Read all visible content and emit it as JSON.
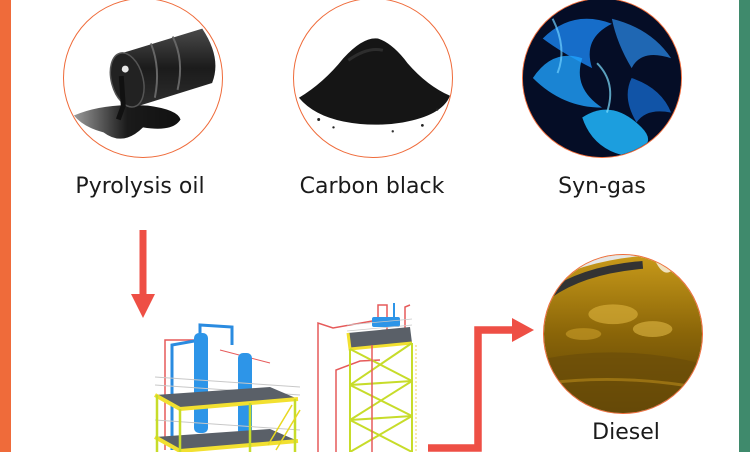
{
  "colors": {
    "left_bar": "#ef6b3a",
    "right_bar": "#3f8a6c",
    "circle_border": "#ef6b3a",
    "arrow": "#ee4f45",
    "text": "#1a1a1a"
  },
  "products": [
    {
      "label": "Pyrolysis oil",
      "icon": "oil-barrel-spill-icon"
    },
    {
      "label": "Carbon black",
      "icon": "carbon-powder-pile-icon"
    },
    {
      "label": "Syn-gas",
      "icon": "blue-flame-icon"
    }
  ],
  "refined_product": {
    "label": "Diesel",
    "icon": "diesel-fuel-icon"
  },
  "process": {
    "equipment": "distillation-plant-illustration"
  }
}
